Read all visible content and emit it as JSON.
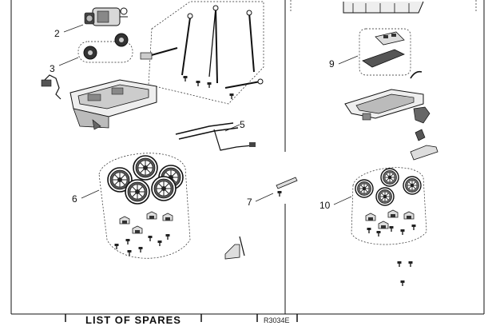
{
  "callouts": [
    {
      "id": "2",
      "label": "2"
    },
    {
      "id": "3",
      "label": "3"
    },
    {
      "id": "5",
      "label": "5"
    },
    {
      "id": "6",
      "label": "6"
    },
    {
      "id": "7",
      "label": "7"
    },
    {
      "id": "9",
      "label": "9"
    },
    {
      "id": "10",
      "label": "10"
    }
  ],
  "footer": {
    "title": "LIST OF SPARES",
    "code": "R3034E"
  }
}
